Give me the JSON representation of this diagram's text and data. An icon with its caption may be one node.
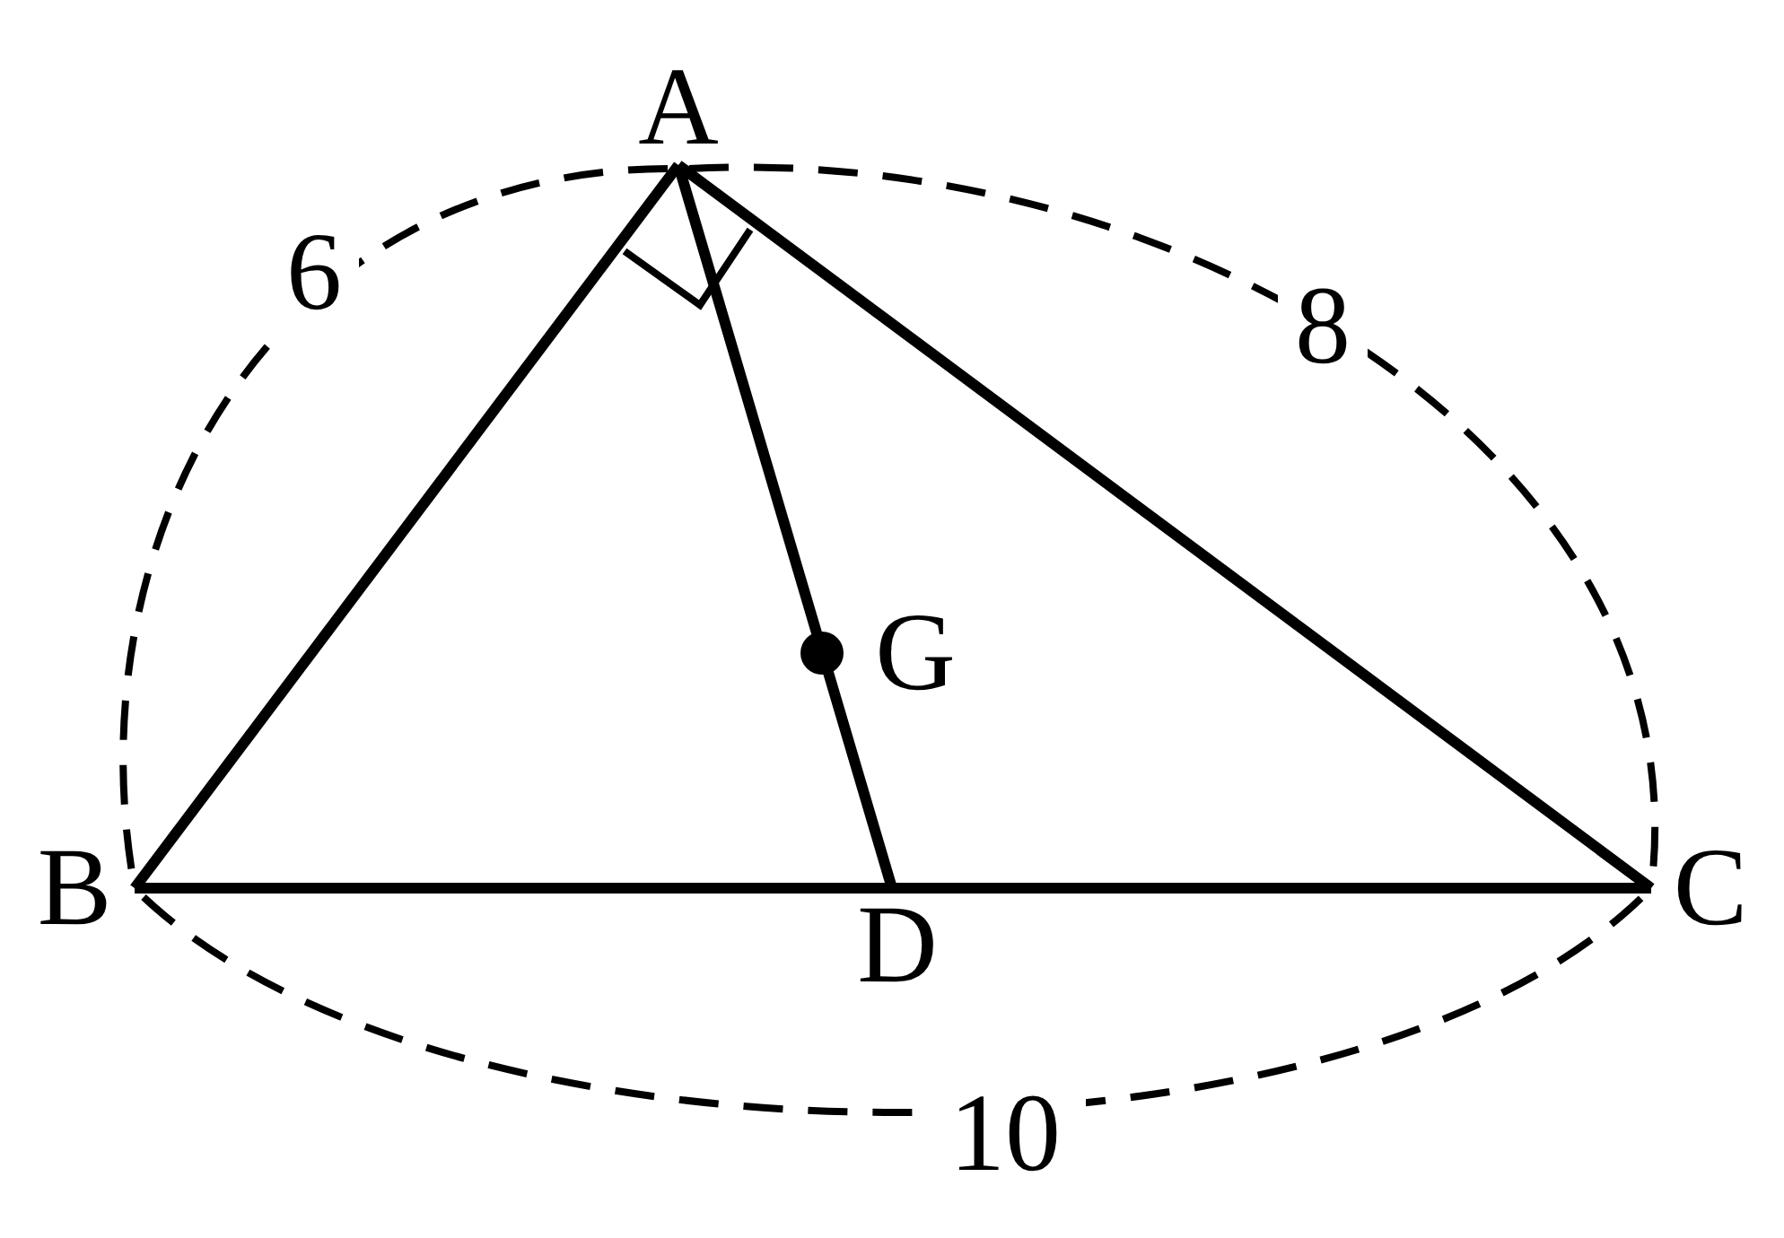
{
  "diagram": {
    "nodes": [
      {
        "text": [
          "A"
        ]
      },
      {
        "text": [
          "B"
        ]
      },
      {
        "text": [
          "C"
        ]
      },
      {
        "text": [
          "D"
        ]
      },
      {
        "text": [
          "G"
        ]
      }
    ],
    "edges": [
      {
        "from": 0,
        "to": 1,
        "arrow": "none"
      },
      {
        "from": 0,
        "to": 2,
        "arrow": "none"
      },
      {
        "from": 1,
        "to": 2,
        "arrow": "none"
      },
      {
        "from": 0,
        "to": 3,
        "arrow": "none"
      }
    ],
    "labels": [
      "6",
      "8",
      "10"
    ]
  }
}
